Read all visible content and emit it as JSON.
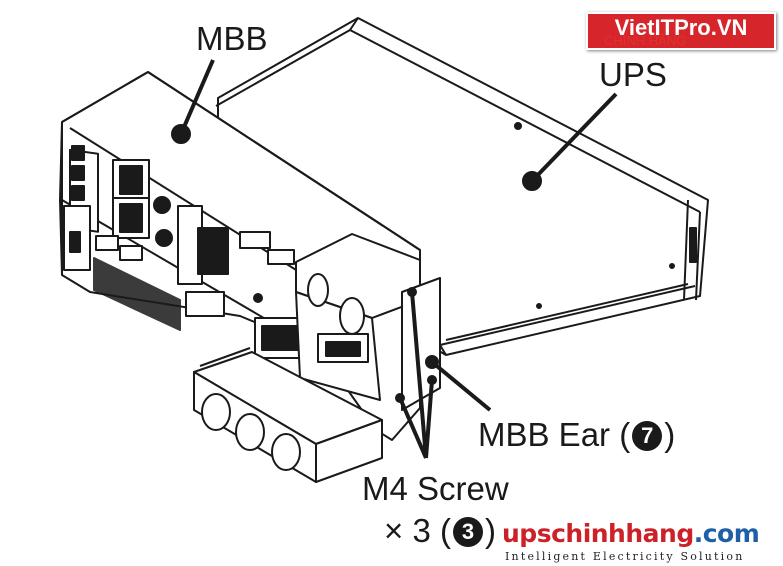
{
  "labels": {
    "mbb": "MBB",
    "ups": "UPS",
    "mbb_ear_text": "MBB Ear (",
    "mbb_ear_num": "7",
    "mbb_ear_close": ")",
    "screw": "M4 Screw",
    "screw_count_text": "× 3 (",
    "screw_count_num": "3",
    "screw_count_close": ")"
  },
  "watermark": {
    "title": "VietITPro.VN",
    "subtitle": "CHÍNH HÃNG"
  },
  "brand": {
    "part_a": "upschinhhang",
    "part_b": ".com",
    "tagline": "Intelligent Electricity Solution"
  },
  "colors": {
    "line_art": "#1a1a1a",
    "watermark_red": "#d7262b",
    "brand_red": "#cc2127",
    "brand_blue": "#1e5fa8"
  }
}
